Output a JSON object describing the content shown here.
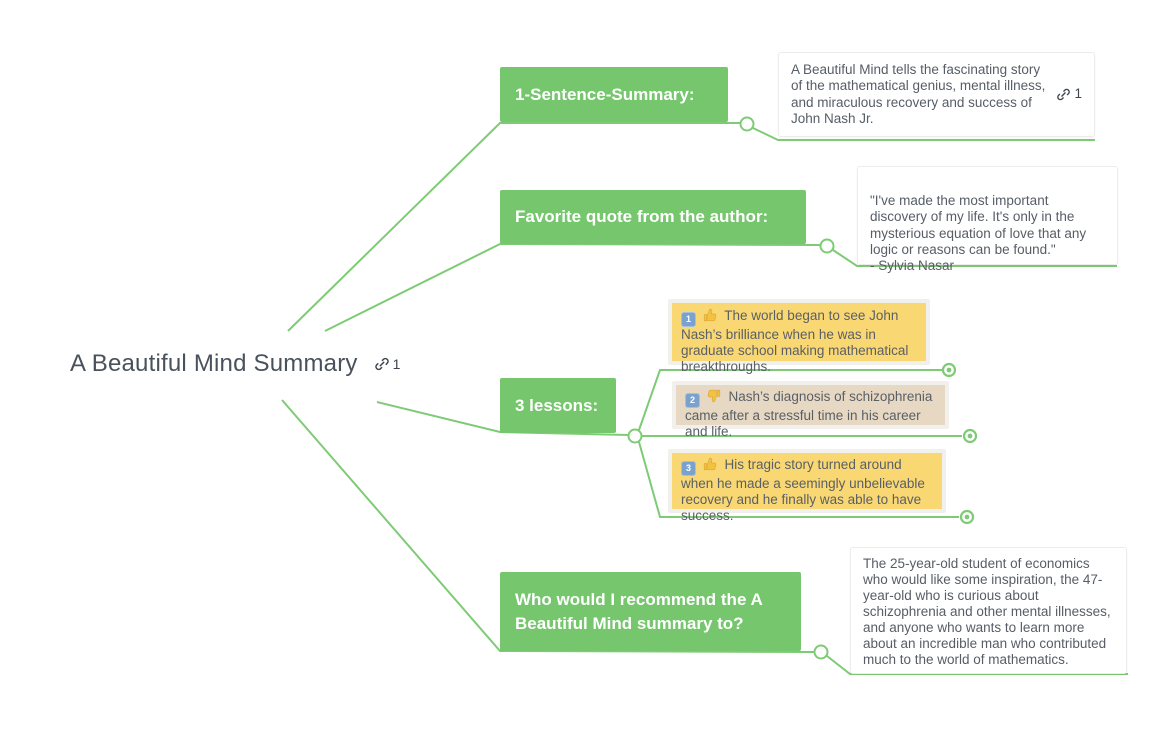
{
  "colors": {
    "accent_green": "#76c66e",
    "line_green": "#7ecb75",
    "root_text": "#49525c",
    "body_text": "#575d66",
    "lesson_yellow": "#f9d873",
    "lesson_tan": "#e6d8c3",
    "frame_gray": "#f2f0ed",
    "icon_dark": "#3d454e"
  },
  "root": {
    "title": "A Beautiful Mind Summary",
    "link_count": "1"
  },
  "branches": [
    {
      "id": "one-sentence-summary",
      "label": "1-Sentence-Summary:",
      "note": {
        "text": "A Beautiful Mind tells the fascinating story of the mathematical genius, mental illness, and miraculous recovery and success of John Nash Jr.",
        "link_count": "1"
      }
    },
    {
      "id": "favorite-quote",
      "label": "Favorite quote from the author:",
      "note": {
        "text": "\"I've made the most important discovery of my life. It's only in the mysterious equation of love that any logic or reasons can be found.\"\n- Sylvia Nasar"
      }
    },
    {
      "id": "lessons",
      "label": "3 lessons:",
      "lessons": [
        {
          "num": "1",
          "sentiment": "thumbs-up",
          "highlight": "yellow",
          "text": "The world began to see John Nash’s brilliance when he was in graduate school making mathematical breakthroughs."
        },
        {
          "num": "2",
          "sentiment": "thumbs-down",
          "highlight": "tan",
          "text": "Nash’s diagnosis of schizophrenia came after a stressful time in his career and life."
        },
        {
          "num": "3",
          "sentiment": "thumbs-up",
          "highlight": "yellow",
          "text": "His tragic story turned around when he made a seemingly unbelievable recovery and he finally was able to have success."
        }
      ]
    },
    {
      "id": "recommend",
      "label": "Who would I recommend the A Beautiful Mind summary to?",
      "note": {
        "text": "The 25-year-old student of economics who would like some inspiration, the 47-year-old who is curious about schizophrenia and other mental illnesses, and anyone who wants to learn more about an incredible man who contributed much to the world of mathematics."
      }
    }
  ]
}
